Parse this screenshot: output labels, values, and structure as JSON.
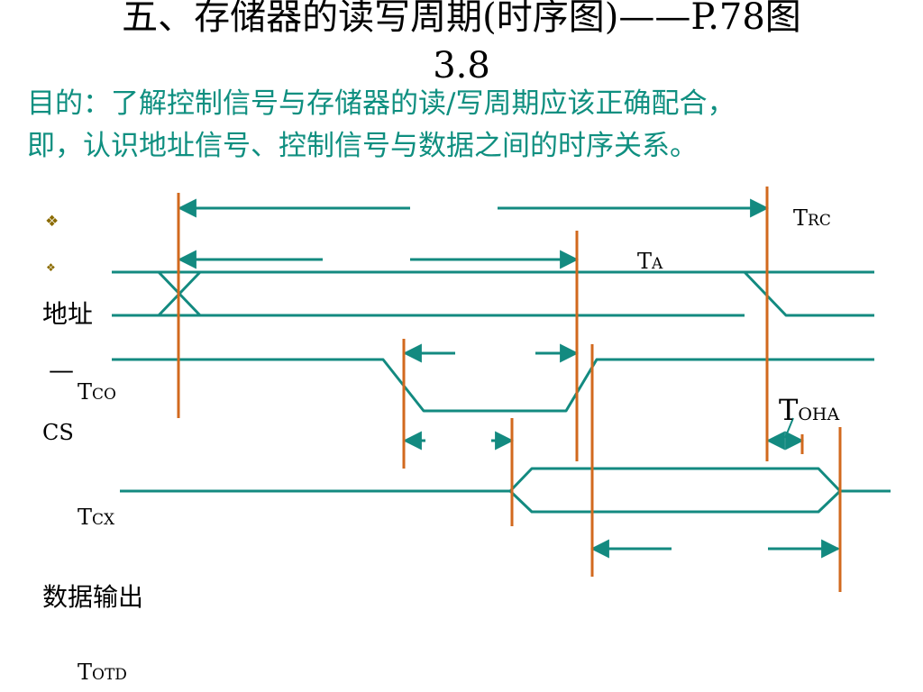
{
  "slide": {
    "title_line1": "五、存储器的读写周期(时序图)——P.78图",
    "title_line2": "3.8",
    "purpose_line1": "目的：了解控制信号与存储器的读/写周期应该正确配合，",
    "purpose_line2": "即，认识地址信号、控制信号与数据之间的时序关系。"
  },
  "labels": {
    "address": "地址",
    "cs": "CS",
    "cs_bar": "—",
    "data_out": "数据输出",
    "trc_main": "T",
    "trc_sub": "RC",
    "ta_main": "T",
    "ta_sub": "A",
    "tco_main": "T",
    "tco_sub": "CO",
    "toha_main": "T",
    "toha_sub": "OHA",
    "tcx_main": "T",
    "tcx_sub": "CX",
    "totd_main": "T",
    "totd_sub": "OTD"
  },
  "icons": {
    "bullet1": "diamond-bullet-icon",
    "bullet2": "diamond-bullet-icon"
  },
  "colors": {
    "signal": "#138a80",
    "marker": "#d2691e",
    "purpose_text": "#0f8f80",
    "bullet": "#8b6b00"
  }
}
